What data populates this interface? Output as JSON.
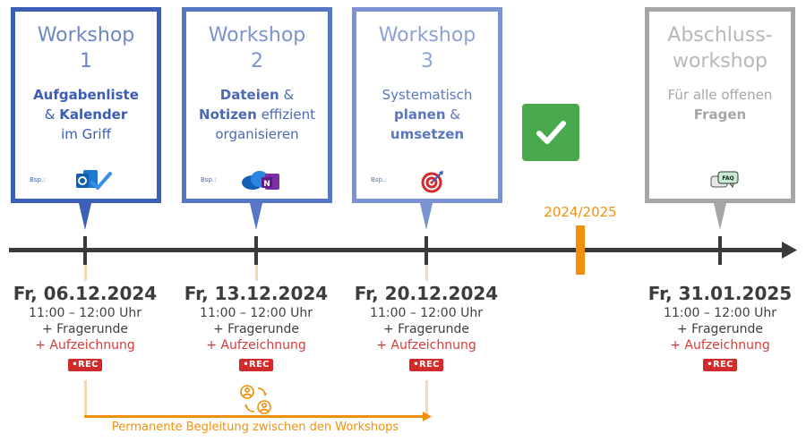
{
  "workshops": [
    {
      "title1": "Workshop",
      "title2": "1",
      "desc": [
        [
          {
            "t": "Aufgabenliste",
            "b": true
          }
        ],
        [
          {
            "t": "& ",
            "b": false
          },
          {
            "t": "Kalender",
            "b": true
          }
        ],
        [
          {
            "t": "im Griff",
            "b": false
          }
        ]
      ],
      "bsp": "Bsp.:",
      "icon": "outlook-todo-icon",
      "date": "Fr, 06.12.2024",
      "time": "11:00 – 12:00 Uhr",
      "extra": "+ Fragerunde",
      "rec_text": "+ Aufzeichnung",
      "rec_badge": "•REC"
    },
    {
      "title1": "Workshop",
      "title2": "2",
      "desc": [
        [
          {
            "t": "Dateien",
            "b": true
          },
          {
            "t": " &",
            "b": false
          }
        ],
        [
          {
            "t": "Notizen",
            "b": true
          },
          {
            "t": " effizient",
            "b": false
          }
        ],
        [
          {
            "t": "organisieren",
            "b": false
          }
        ]
      ],
      "bsp": "Bsp.:",
      "icon": "onedrive-onenote-icon",
      "date": "Fr, 13.12.2024",
      "time": "11:00 – 12:00 Uhr",
      "extra": "+ Fragerunde",
      "rec_text": "+ Aufzeichnung",
      "rec_badge": "•REC"
    },
    {
      "title1": "Workshop",
      "title2": "3",
      "desc": [
        [
          {
            "t": "Systematisch",
            "b": false
          }
        ],
        [
          {
            "t": "planen",
            "b": true
          },
          {
            "t": " &",
            "b": false
          }
        ],
        [
          {
            "t": "umsetzen",
            "b": true
          }
        ]
      ],
      "bsp": "Bsp.:",
      "icon": "target-icon",
      "date": "Fr, 20.12.2024",
      "time": "11:00 – 12:00 Uhr",
      "extra": "+ Fragerunde",
      "rec_text": "+ Aufzeichnung",
      "rec_badge": "•REC"
    },
    {
      "title1": "Abschluss-",
      "title2": "workshop",
      "desc": [
        [
          {
            "t": "Für alle offenen",
            "b": false
          }
        ],
        [
          {
            "t": "Fragen",
            "b": true
          }
        ]
      ],
      "bsp": "",
      "icon": "faq-icon",
      "date": "Fr, 31.01.2025",
      "time": "11:00 – 12:00 Uhr",
      "extra": "+ Fragerunde",
      "rec_text": "+ Aufzeichnung",
      "rec_badge": "•REC"
    }
  ],
  "year_label": "2024/2025",
  "accompaniment": "Permanente Begleitung zwischen den Workshops",
  "colors": {
    "card1": "#3c5fb8",
    "card2": "#5677c4",
    "card3": "#7b93d0",
    "card4": "#a6a6a6",
    "timeline": "#3a3a3a",
    "orange": "#f0900c",
    "rec": "#d02a2a",
    "check": "#4caf50"
  }
}
